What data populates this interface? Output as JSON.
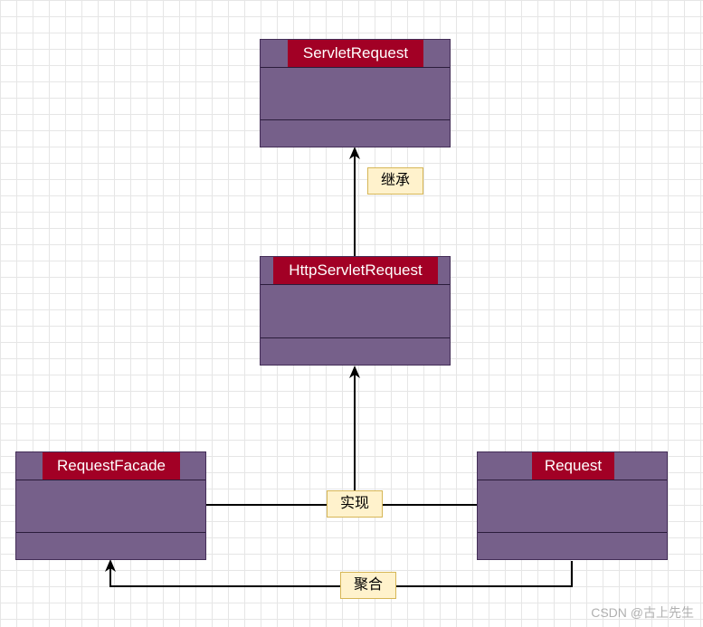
{
  "classes": {
    "servlet_request": "ServletRequest",
    "http_servlet_request": "HttpServletRequest",
    "request_facade": "RequestFacade",
    "request": "Request"
  },
  "edges": {
    "inherit_label": "继承",
    "implement_label": "实现",
    "aggregate_label": "聚合"
  },
  "watermark": "CSDN @古上先生",
  "colors": {
    "class_fill": "#76608a",
    "name_fill": "#a20025",
    "label_fill": "#fff2cc"
  }
}
